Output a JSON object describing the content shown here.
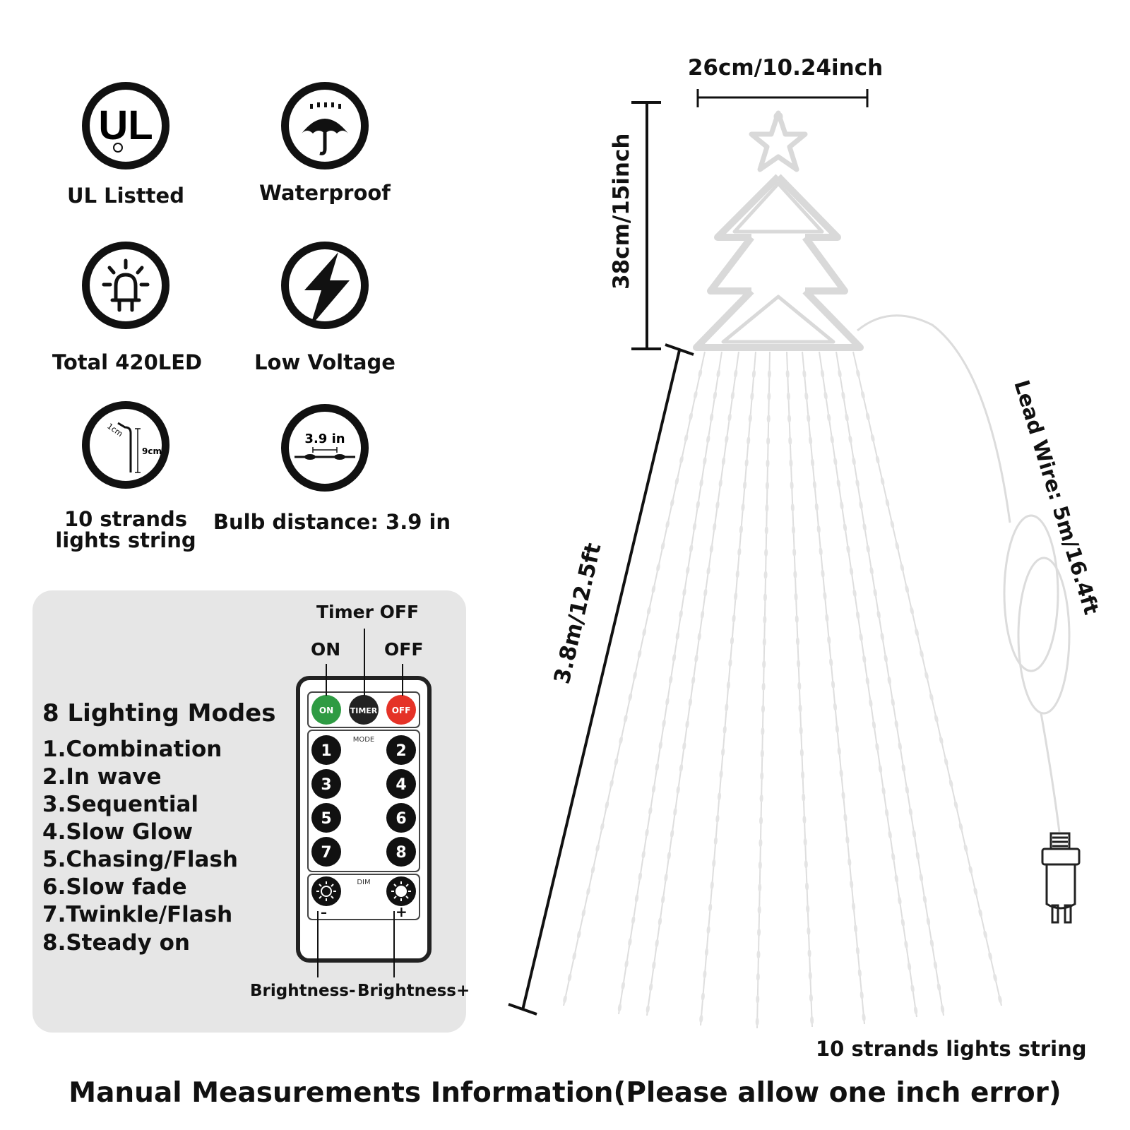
{
  "features": [
    {
      "id": "ul",
      "label": "UL Listted",
      "icon": "ul-logo-icon",
      "badge_text": "UL"
    },
    {
      "id": "waterproof",
      "label": "Waterproof",
      "icon": "umbrella-icon"
    },
    {
      "id": "led",
      "label": "Total 420LED",
      "icon": "bulb-icon"
    },
    {
      "id": "voltage",
      "label": "Low Voltage",
      "icon": "lightning-icon"
    },
    {
      "id": "strands",
      "label_line1": "10 strands",
      "label_line2": "lights string",
      "icon": "bulb-size-icon",
      "dim_a": "1cm",
      "dim_b": "9cm"
    },
    {
      "id": "distance",
      "label": "Bulb distance: 3.9 in",
      "icon": "bulb-distance-icon",
      "inner": "3.9 in"
    }
  ],
  "modes": {
    "title": "8 Lighting Modes",
    "items": [
      "1.Combination",
      "2.In wave",
      "3.Sequential",
      "4.Slow Glow",
      "5.Chasing/Flash",
      "6.Slow fade",
      "7.Twinkle/Flash",
      "8.Steady on"
    ]
  },
  "remote": {
    "timer_off": "Timer OFF",
    "on": "ON",
    "off": "OFF",
    "btn_on": "ON",
    "btn_timer": "TIMER",
    "btn_off": "OFF",
    "mode": "MODE",
    "dim": "DIM",
    "numbers": [
      "1",
      "2",
      "3",
      "4",
      "5",
      "6",
      "7",
      "8"
    ],
    "minus": "–",
    "plus": "+",
    "brightness_minus": "Brightness-",
    "brightness_plus": "Brightness+",
    "colors": {
      "on": "#2e9b43",
      "timer": "#222222",
      "off": "#e53227"
    }
  },
  "dimensions": {
    "width": "26cm/10.24inch",
    "height": "38cm/15inch",
    "length": "3.8m/12.5ft",
    "lead": "Lead Wire: 5m/16.4ft",
    "strands": "10 strands lights string"
  },
  "footer": "Manual Measurements Information(Please allow one inch error)"
}
